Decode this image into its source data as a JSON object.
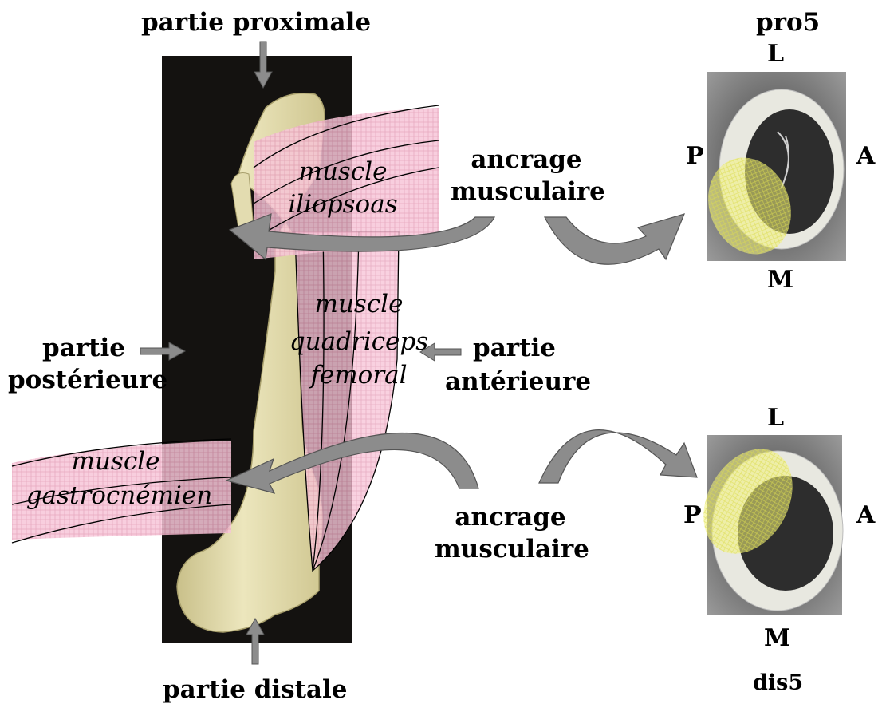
{
  "labels": {
    "proximal": "partie proximale",
    "distal": "partie distale",
    "posterior_1": "partie",
    "posterior_2": "postérieure",
    "anterior_1": "partie",
    "anterior_2": "antérieure",
    "anchor_top_1": "ancrage",
    "anchor_top_2": "musculaire",
    "anchor_bottom_1": "ancrage",
    "anchor_bottom_2": "musculaire"
  },
  "muscles": {
    "iliopsoas_1": "muscle",
    "iliopsoas_2": "iliopsoas",
    "quadriceps_1": "muscle",
    "quadriceps_2": "quadriceps",
    "quadriceps_3": "femoral",
    "gastrocnemius_1": "muscle",
    "gastrocnemius_2": "gastrocnémien"
  },
  "sections": {
    "proximal": {
      "title": "pro5",
      "top": "L",
      "bottom": "M",
      "left": "P",
      "right": "A"
    },
    "distal": {
      "title": "dis5",
      "top": "L",
      "bottom": "M",
      "left": "P",
      "right": "A"
    }
  },
  "colors": {
    "muscle_fill": "#f7c6d8",
    "highlight": "#f2f27a",
    "arrow": "#8c8c8c",
    "bone": "#ddd6a6",
    "photo_bg": "#141210"
  }
}
